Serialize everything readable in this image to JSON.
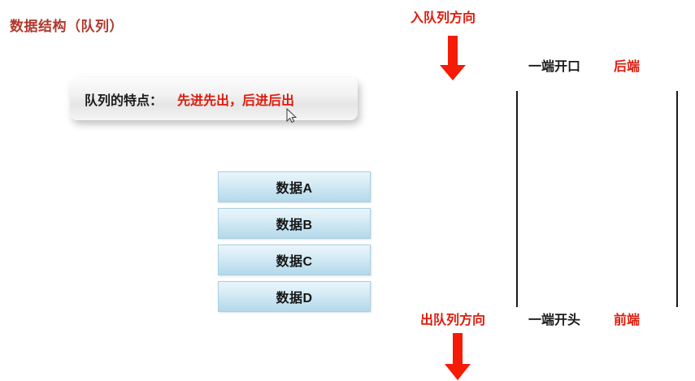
{
  "slide": {
    "title": "数据结构（队列）",
    "title_color": "#b0382c",
    "background": "#ffffff"
  },
  "callout": {
    "label": "队列的特点：",
    "emphasis": "先进先出，后进后出",
    "label_color": "#1b1b1b",
    "emphasis_color": "#e01b0c"
  },
  "cursor": {
    "icon": "mouse-pointer-icon"
  },
  "data_stack": {
    "items": [
      {
        "label": "数据A"
      },
      {
        "label": "数据B"
      },
      {
        "label": "数据C"
      },
      {
        "label": "数据D"
      }
    ],
    "fill_top": "#eaf5fa",
    "fill_bottom": "#b4d9ea",
    "border_color": "#a9cfe2"
  },
  "queue_diagram": {
    "enqueue_direction": "入队列方向",
    "dequeue_direction": "出队列方向",
    "open_end": "一端开口",
    "rear": "后端",
    "head_end": "一端开头",
    "front": "前端",
    "arrow_color": "#f51b06",
    "rail_color": "#1a1a1a",
    "enqueue_arrow_icon": "arrow-down-icon",
    "dequeue_arrow_icon": "arrow-down-icon"
  }
}
